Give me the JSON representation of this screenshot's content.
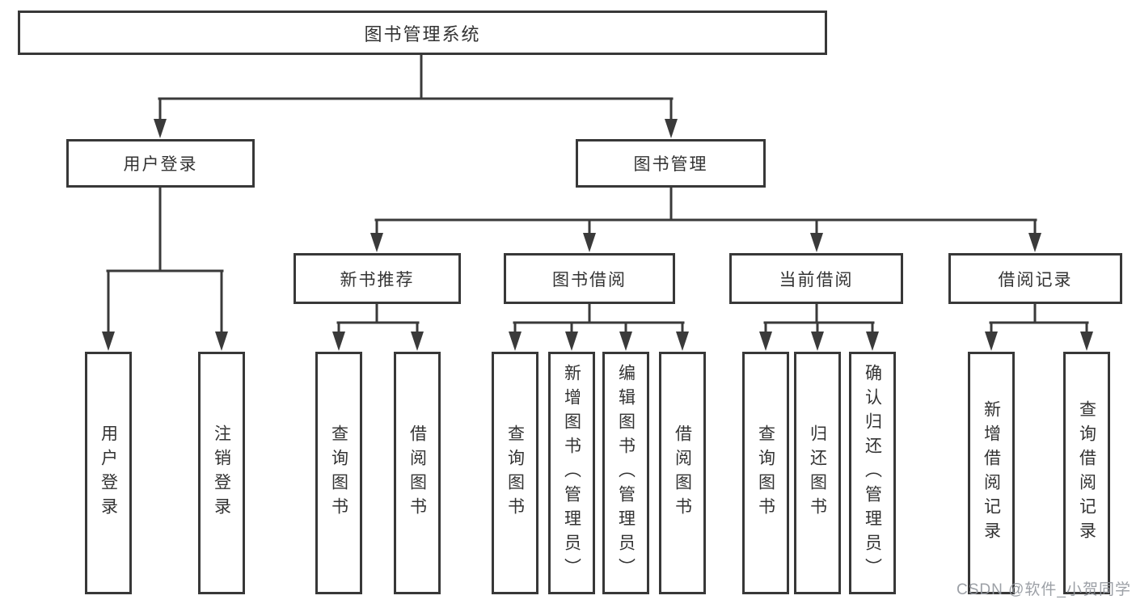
{
  "diagram": {
    "root": {
      "label": "图书管理系统"
    },
    "level2": [
      {
        "label": "用户登录"
      },
      {
        "label": "图书管理"
      }
    ],
    "level3": [
      {
        "label": "新书推荐"
      },
      {
        "label": "图书借阅"
      },
      {
        "label": "当前借阅"
      },
      {
        "label": "借阅记录"
      }
    ],
    "leaves": [
      {
        "label": "用户登录"
      },
      {
        "label": "注销登录"
      },
      {
        "label": "查询图书"
      },
      {
        "label": "借阅图书"
      },
      {
        "label": "查询图书"
      },
      {
        "label": "新增图书（管理员）"
      },
      {
        "label": "编辑图书（管理员）"
      },
      {
        "label": "借阅图书"
      },
      {
        "label": "查询图书"
      },
      {
        "label": "归还图书"
      },
      {
        "label": "确认归还（管理员）"
      },
      {
        "label": "新增借阅记录"
      },
      {
        "label": "查询借阅记录"
      }
    ],
    "colors": {
      "line": "#3a3a3a",
      "box_border": "#383838",
      "text": "#333333",
      "watermark": "#94989e",
      "background": "#ffffff"
    }
  },
  "watermark": {
    "text": "CSDN @软件_小贺同学"
  }
}
